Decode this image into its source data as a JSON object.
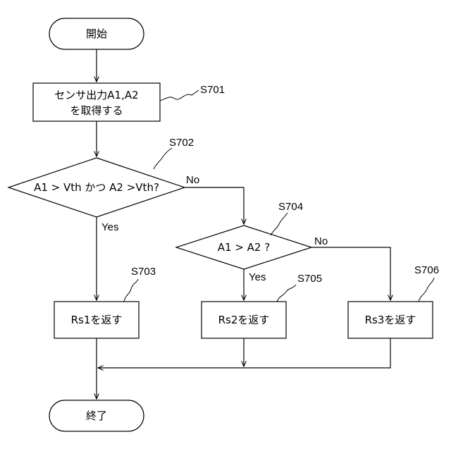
{
  "nodes": {
    "start": {
      "label": "開始"
    },
    "s701": {
      "label_line1": "センサ出力A1,A2",
      "label_line2": "を取得する",
      "step": "S701"
    },
    "s702": {
      "label": "A1 > Vth かつ A2 >Vth?",
      "step": "S702"
    },
    "s703": {
      "label": "Rs1を返す",
      "step": "S703"
    },
    "s704": {
      "label": "A1 > A2 ?",
      "step": "S704"
    },
    "s705": {
      "label": "Rs2を返す",
      "step": "S705"
    },
    "s706": {
      "label": "Rs3を返す",
      "step": "S706"
    },
    "end": {
      "label": "終了"
    }
  },
  "edges": {
    "s702_yes": "Yes",
    "s702_no": "No",
    "s704_yes": "Yes",
    "s704_no": "No"
  }
}
